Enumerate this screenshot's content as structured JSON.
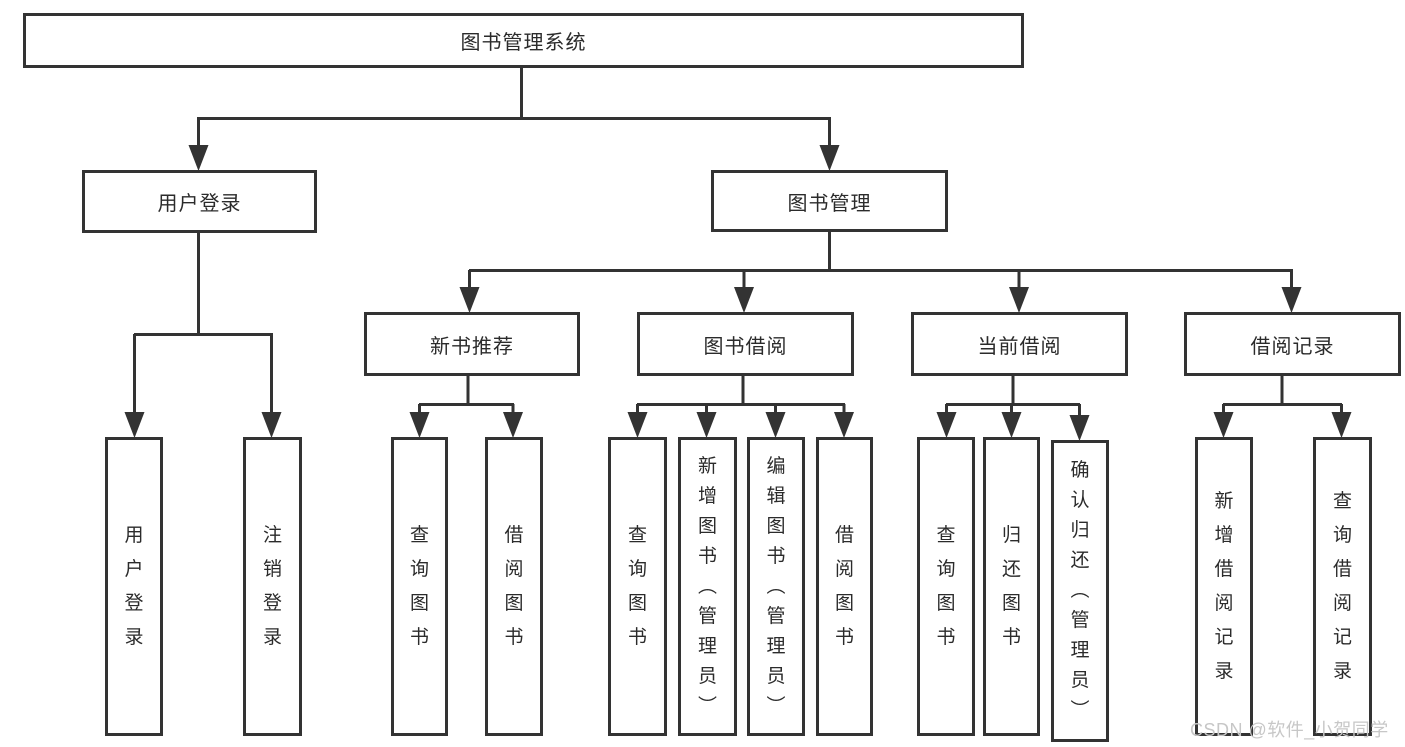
{
  "root": {
    "label": "图书管理系统"
  },
  "level2": [
    {
      "label": "用户登录"
    },
    {
      "label": "图书管理"
    }
  ],
  "level3": [
    {
      "label": "新书推荐"
    },
    {
      "label": "图书借阅"
    },
    {
      "label": "当前借阅"
    },
    {
      "label": "借阅记录"
    }
  ],
  "leaves": {
    "user": [
      "用户登录",
      "注销登录"
    ],
    "recommend": [
      "查询图书",
      "借阅图书"
    ],
    "borrow": [
      "查询图书",
      "新增图书（管理员）",
      "编辑图书（管理员）",
      "借阅图书"
    ],
    "current": [
      "查询图书",
      "归还图书",
      "确认归还（管理员）"
    ],
    "records": [
      "新增借阅记录",
      "查询借阅记录"
    ]
  },
  "watermark": "CSDN @软件_小贺同学",
  "colors": {
    "line": "#333333",
    "text": "#2b2b2b",
    "box_bg": "#ffffff",
    "watermark": "#c7c7c7"
  }
}
